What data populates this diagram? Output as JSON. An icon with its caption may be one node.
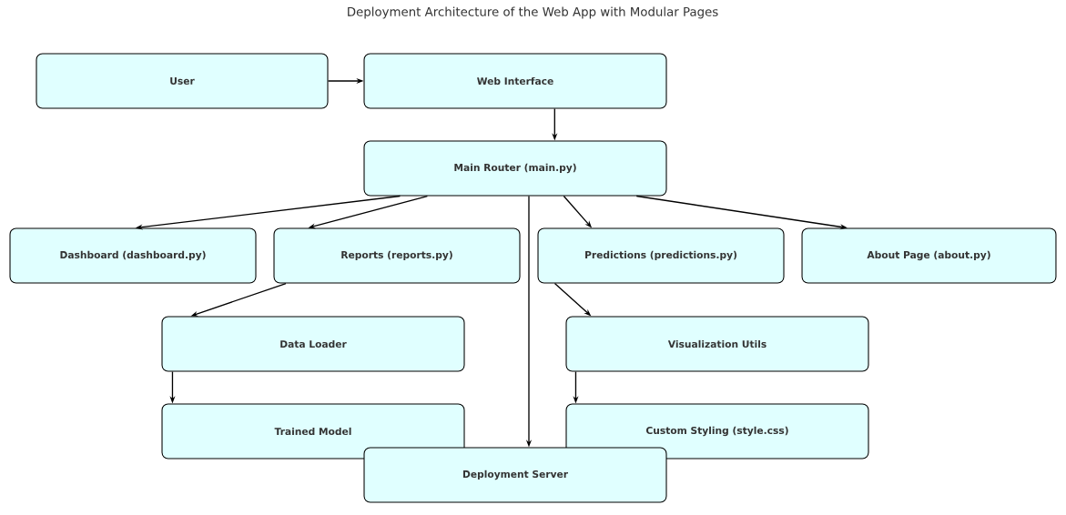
{
  "diagram": {
    "title": "Deployment Architecture of the Web App with Modular Pages",
    "nodes": [
      {
        "text": [
          "User"
        ]
      },
      {
        "text": [
          "Web Interface"
        ]
      },
      {
        "text": [
          "Main Router (main.py)"
        ]
      },
      {
        "text": [
          "Dashboard (dashboard.py)"
        ]
      },
      {
        "text": [
          "Reports (reports.py)"
        ]
      },
      {
        "text": [
          "Predictions (predictions.py)"
        ]
      },
      {
        "text": [
          "About Page (about.py)"
        ]
      },
      {
        "text": [
          "Data Loader"
        ]
      },
      {
        "text": [
          "Visualization Utils"
        ]
      },
      {
        "text": [
          "Trained Model"
        ]
      },
      {
        "text": [
          "Custom Styling (style.css)"
        ]
      },
      {
        "text": [
          "Deployment Server"
        ]
      }
    ],
    "edges": [
      {
        "from": 0,
        "to": 1,
        "arrow": "to"
      },
      {
        "from": 1,
        "to": 2,
        "arrow": "to"
      },
      {
        "from": 2,
        "to": 3,
        "arrow": "to"
      },
      {
        "from": 2,
        "to": 4,
        "arrow": "to"
      },
      {
        "from": 2,
        "to": 5,
        "arrow": "to"
      },
      {
        "from": 2,
        "to": 6,
        "arrow": "to"
      },
      {
        "from": 2,
        "to": 11,
        "arrow": "to"
      },
      {
        "from": 4,
        "to": 7,
        "arrow": "to"
      },
      {
        "from": 5,
        "to": 8,
        "arrow": "to"
      },
      {
        "from": 7,
        "to": 9,
        "arrow": "to"
      },
      {
        "from": 8,
        "to": 10,
        "arrow": "to"
      }
    ]
  }
}
